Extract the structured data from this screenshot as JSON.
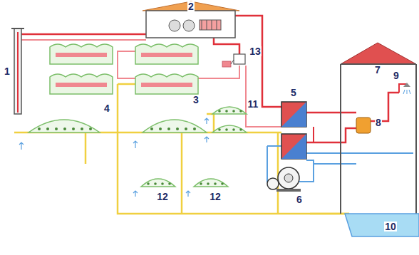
{
  "diagram": {
    "labels": [
      "1",
      "2",
      "3",
      "4",
      "5",
      "6",
      "7",
      "8",
      "9",
      "10",
      "11",
      "12",
      "12",
      "13"
    ]
  }
}
